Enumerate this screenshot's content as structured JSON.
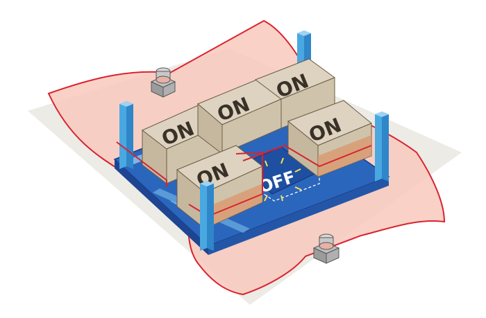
{
  "boxes": [
    {
      "label": "ON"
    },
    {
      "label": "ON"
    },
    {
      "label": "ON"
    },
    {
      "label": "ON"
    },
    {
      "label": "ON"
    }
  ],
  "empty_slot": {
    "label": "OFF"
  },
  "colors": {
    "detection_zone_fill": "#f7c5bb",
    "detection_zone_stroke": "#d9232e",
    "shelf_blue": "#2e6fc4",
    "shelf_dark_blue": "#1f3f8f",
    "post_blue": "#4aa8e0",
    "box_top": "#ddd3c0",
    "box_side": "#c8bba3",
    "box_orange": "#d9976b",
    "floor_gray": "#eceae4",
    "off_glow": "#ffe24a"
  },
  "icons": [
    "proximity-sensor-icon",
    "proximity-sensor-icon"
  ]
}
